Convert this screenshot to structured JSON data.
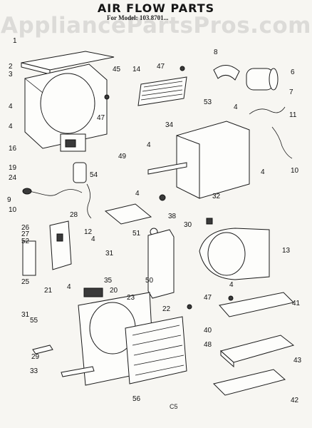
{
  "title": "AIR FLOW PARTS",
  "model_line": "For Model: 103.8701...",
  "watermark": "AppliancePartsPros.com",
  "footer_code": "C5",
  "callouts": [
    "1",
    "2",
    "3",
    "4",
    "4",
    "16",
    "19",
    "24",
    "9",
    "10",
    "26",
    "27",
    "52",
    "25",
    "21",
    "31",
    "55",
    "29",
    "33",
    "45",
    "47",
    "14",
    "47",
    "8",
    "6",
    "7",
    "4",
    "53",
    "11",
    "10",
    "34",
    "4",
    "49",
    "54",
    "28",
    "4",
    "31",
    "12",
    "4",
    "38",
    "51",
    "30",
    "32",
    "4",
    "13",
    "50",
    "35",
    "4",
    "20",
    "23",
    "22",
    "47",
    "4",
    "41",
    "40",
    "48",
    "43",
    "42",
    "56"
  ]
}
